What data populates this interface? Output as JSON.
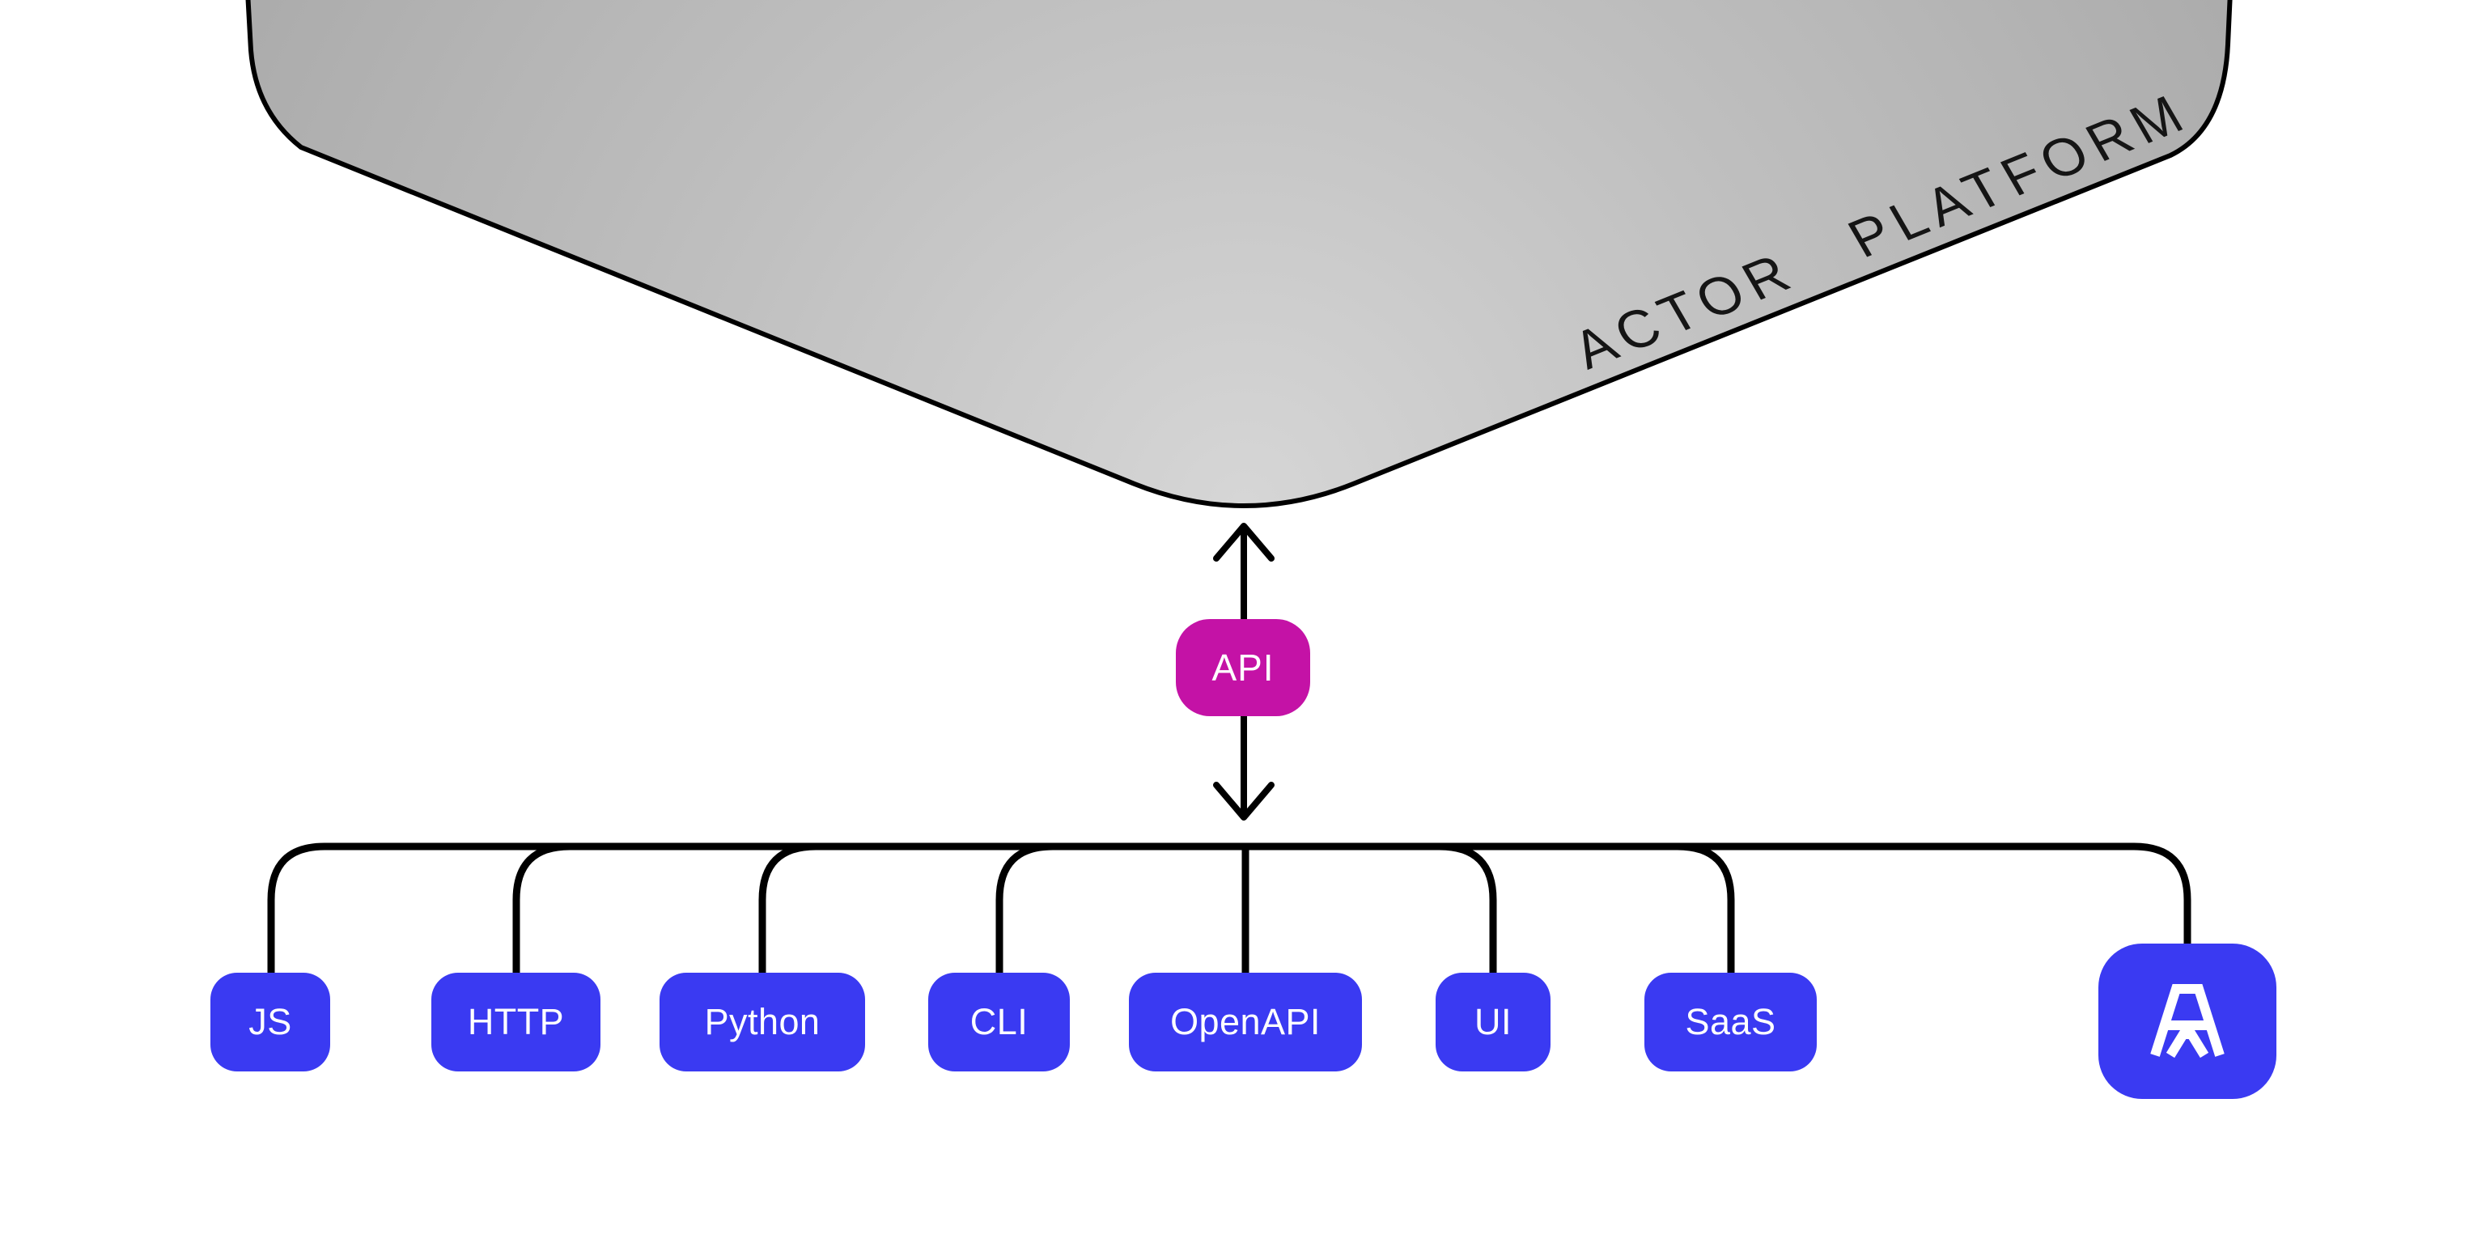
{
  "platform": {
    "label": "ACTOR PLATFORM"
  },
  "api_badge": {
    "label": "API"
  },
  "client_nodes": [
    {
      "id": "js",
      "label": "JS"
    },
    {
      "id": "http",
      "label": "HTTP"
    },
    {
      "id": "python",
      "label": "Python"
    },
    {
      "id": "cli",
      "label": "CLI"
    },
    {
      "id": "openapi",
      "label": "OpenAPI"
    },
    {
      "id": "ui",
      "label": "UI"
    },
    {
      "id": "saas",
      "label": "SaaS"
    },
    {
      "id": "apify",
      "icon": "apify-logo"
    }
  ],
  "connections": {
    "platform_to_api": "bidirectional-arrow",
    "api_to_clients": "branch-tree"
  },
  "colors": {
    "client": "#3a3af2",
    "api": "#c412a6",
    "platform_light": "#d6d6d6",
    "platform_mid": "#c0c0c0",
    "platform_dark": "#a8a8a8",
    "line": "#000000",
    "label_text": "#151515",
    "node_text": "#ffffff"
  }
}
